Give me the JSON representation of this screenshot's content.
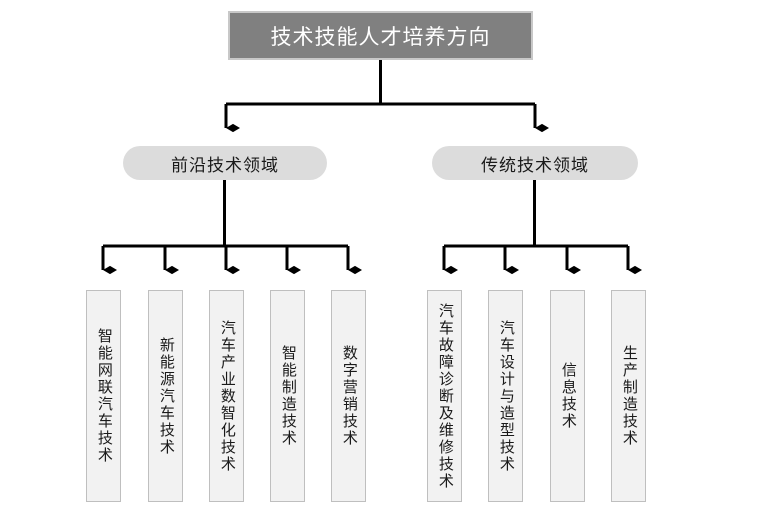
{
  "diagram": {
    "title": "技术技能人才培养方向",
    "root": {
      "label": "技术技能人才培养方向"
    },
    "categories": [
      {
        "label": "前沿技术领域"
      },
      {
        "label": "传统技术领域"
      }
    ],
    "leaves_left": [
      {
        "label": "智能网联汽车技术"
      },
      {
        "label": "新能源汽车技术"
      },
      {
        "label": "汽车产业数智化技术"
      },
      {
        "label": "智能制造技术"
      },
      {
        "label": "数字营销技术"
      }
    ],
    "leaves_right": [
      {
        "label": "汽车故障诊断及维修技术"
      },
      {
        "label": "汽车设计与造型技术"
      },
      {
        "label": "信息技术"
      },
      {
        "label": "生产制造技术"
      }
    ],
    "colors": {
      "root_fill": "#808080",
      "root_border": "#c8c8c8",
      "root_text": "#ffffff",
      "category_fill": "#dcdcdc",
      "leaf_fill": "#f2f2f2",
      "leaf_border": "#bfbfbf",
      "connector": "#000000",
      "background": "#ffffff"
    }
  }
}
